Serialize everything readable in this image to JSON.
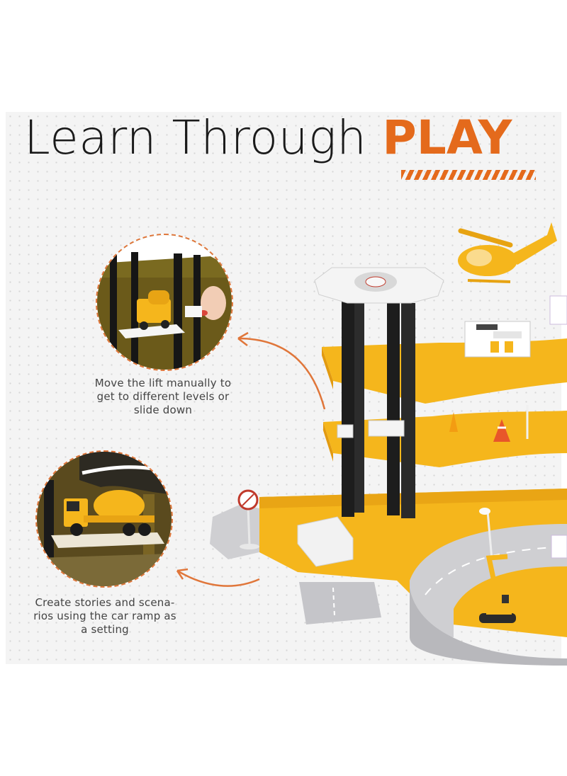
{
  "headline": {
    "thin": "Learn Through",
    "bold": "PLAY"
  },
  "captions": {
    "lift": [
      "Move the lift manually to",
      "get to different levels or",
      "slide down"
    ],
    "ramp": [
      "Create stories and scena-",
      "rios using the car ramp as",
      "a setting"
    ]
  },
  "colors": {
    "accent": "#e46a1c",
    "toy_yellow": "#f5b61c",
    "pillar": "#1d1d1d"
  },
  "icons": [
    "helicopter-toy",
    "mixer-truck-toy",
    "excavator-toy",
    "parking-sign",
    "traffic-cone"
  ]
}
